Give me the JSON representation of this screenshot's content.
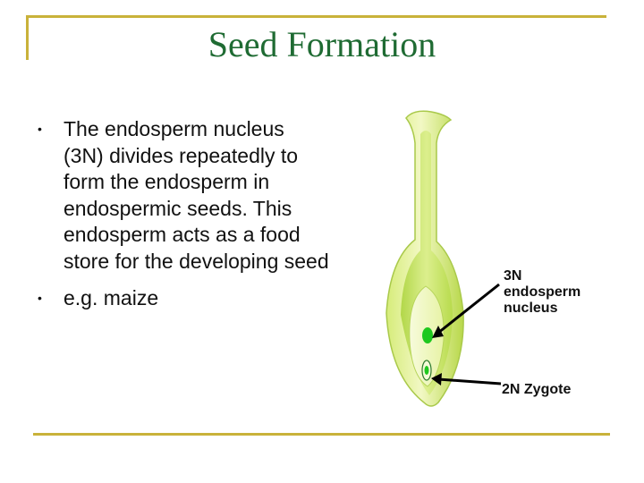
{
  "slide": {
    "title": "Seed Formation",
    "bullets": [
      "The endosperm nucleus (3N) divides repeatedly to form the endosperm in endospermic seeds. This endosperm acts as a food store for the developing seed",
      "e.g. maize"
    ],
    "bullet_marker": "•"
  },
  "diagram": {
    "labels": {
      "endosperm_nucleus": [
        "3N",
        "endosperm",
        "nucleus"
      ],
      "zygote": "2N Zygote"
    },
    "colors": {
      "ovule_light": "#eef6b8",
      "ovule_mid": "#c8e25a",
      "ovule_dark": "#8fbf2a",
      "nucleus": "#1ec81e",
      "frame_accent": "#c9b23a",
      "title": "#1f6b33"
    }
  }
}
